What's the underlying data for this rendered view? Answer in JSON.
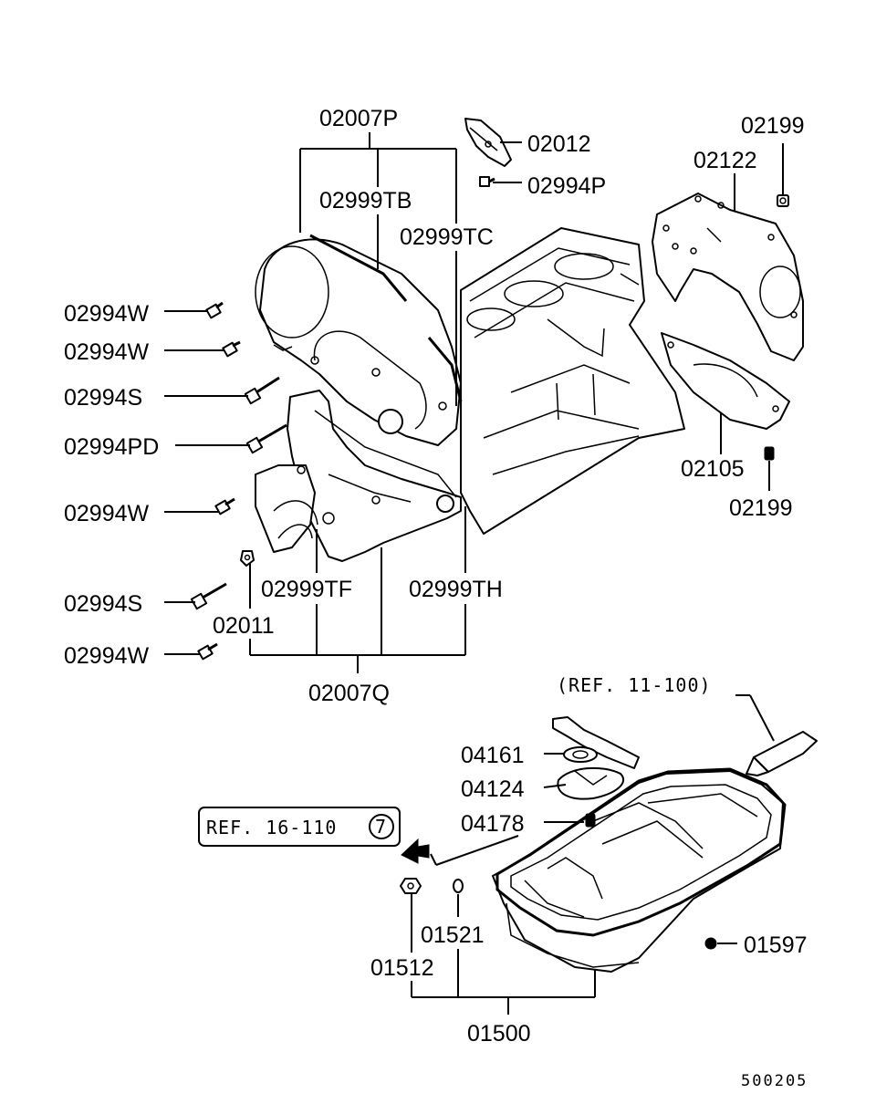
{
  "diagram": {
    "labels": {
      "l_02007P": "02007P",
      "l_02999TB": "02999TB",
      "l_02999TC": "02999TC",
      "l_02012": "02012",
      "l_02994P": "02994P",
      "l_02199_top": "02199",
      "l_02122": "02122",
      "l_02994W_1": "02994W",
      "l_02994W_2": "02994W",
      "l_02994S_1": "02994S",
      "l_02994PD": "02994PD",
      "l_02994W_3": "02994W",
      "l_02105": "02105",
      "l_02199_bottom": "02199",
      "l_02999TF": "02999TF",
      "l_02999TH": "02999TH",
      "l_02994S_2": "02994S",
      "l_02011": "02011",
      "l_02994W_4": "02994W",
      "l_02007Q": "02007Q",
      "l_ref_11_100": "(REF. 11-100)",
      "l_04161": "04161",
      "l_04124": "04124",
      "l_04178": "04178",
      "l_ref_16_110": "REF. 16-110",
      "l_ref_16_110_num": "7",
      "l_01521": "01521",
      "l_01512": "01512",
      "l_01597": "01597",
      "l_01500": "01500",
      "l_code": "500205"
    }
  }
}
